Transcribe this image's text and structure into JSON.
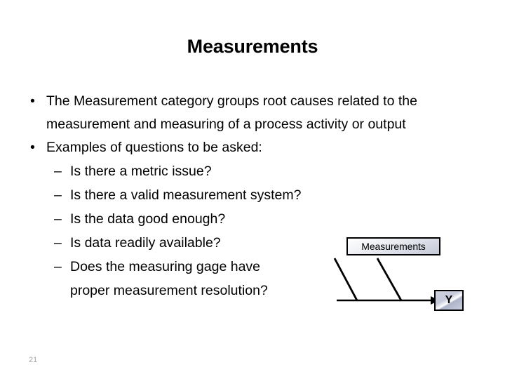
{
  "slide": {
    "title": "Measurements",
    "page_number": "21",
    "background_color": "#ffffff",
    "text_color": "#000000",
    "page_number_color": "#a6a6a6"
  },
  "body": {
    "bullet_glyph": "•",
    "dash_glyph": "–",
    "items": [
      {
        "level": 1,
        "line1": "The Measurement category groups root causes related to the",
        "line2": "measurement and measuring of a process activity or output"
      },
      {
        "level": 1,
        "line1": "Examples of questions to be asked:"
      },
      {
        "level": 2,
        "line1": "Is there a metric issue?"
      },
      {
        "level": 2,
        "line1": "Is there a valid measurement system?"
      },
      {
        "level": 2,
        "line1": "Is the data good enough?"
      },
      {
        "level": 2,
        "line1": "Is data readily available?"
      },
      {
        "level": 2,
        "line1": "Does the measuring gage have",
        "line2": "proper measurement resolution?"
      }
    ]
  },
  "diagram": {
    "type": "fishbone-ishikawa",
    "category_label": "Measurements",
    "effect_label": "Y",
    "line_color": "#000000",
    "box_border_color": "#000000",
    "box_fill_top": "#ffffff",
    "box_fill_bottom": "#c3c7d6"
  }
}
